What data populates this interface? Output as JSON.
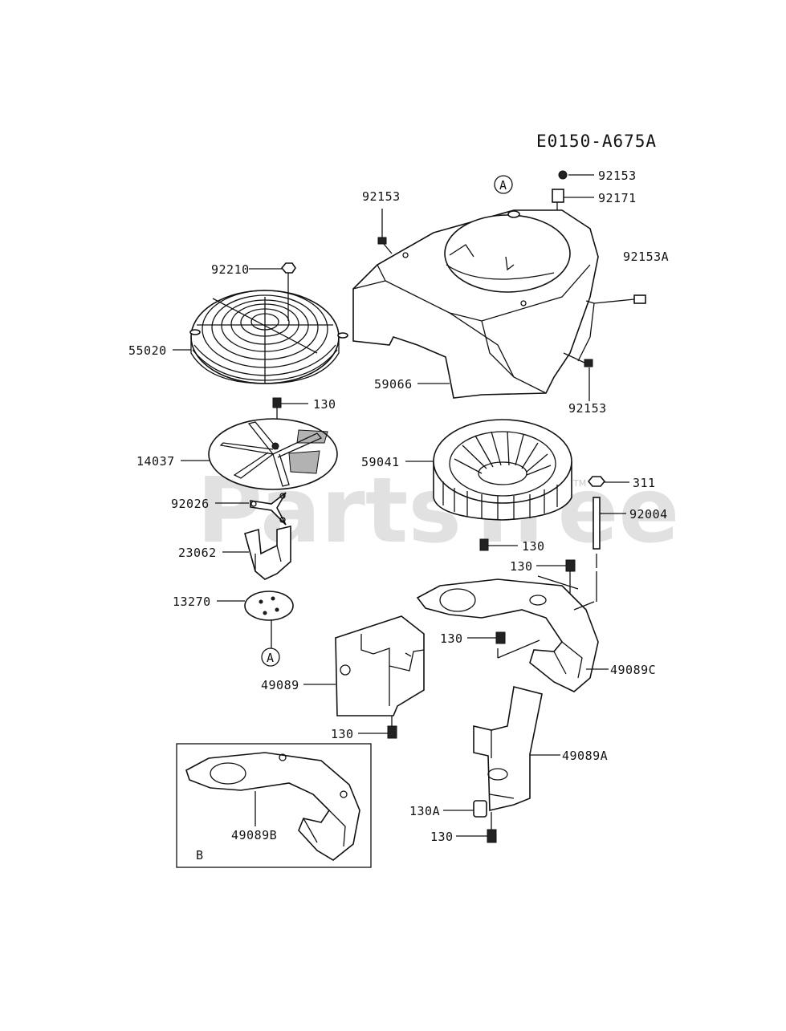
{
  "diagram_code": "E0150-A675A",
  "watermark": "PartsTree",
  "watermark_tm": "TM",
  "ref_marks": {
    "a_top": "A",
    "a_bottom": "A",
    "b_box": "B"
  },
  "parts": {
    "p92153_left": "92153",
    "p92153_top": "92153",
    "p92171": "92171",
    "p92153A": "92153A",
    "p92153_right": "92153",
    "p92210": "92210",
    "p55020": "55020",
    "p59066": "59066",
    "p130_a": "130",
    "p14037": "14037",
    "p59041": "59041",
    "p311": "311",
    "p92026": "92026",
    "p92004": "92004",
    "p23062": "23062",
    "p130_b": "130",
    "p130_c": "130",
    "p13270": "13270",
    "p130_d": "130",
    "p49089C": "49089C",
    "p49089": "49089",
    "p130_e": "130",
    "p49089A": "49089A",
    "p49089B": "49089B",
    "p130A": "130A",
    "p130_f": "130"
  }
}
